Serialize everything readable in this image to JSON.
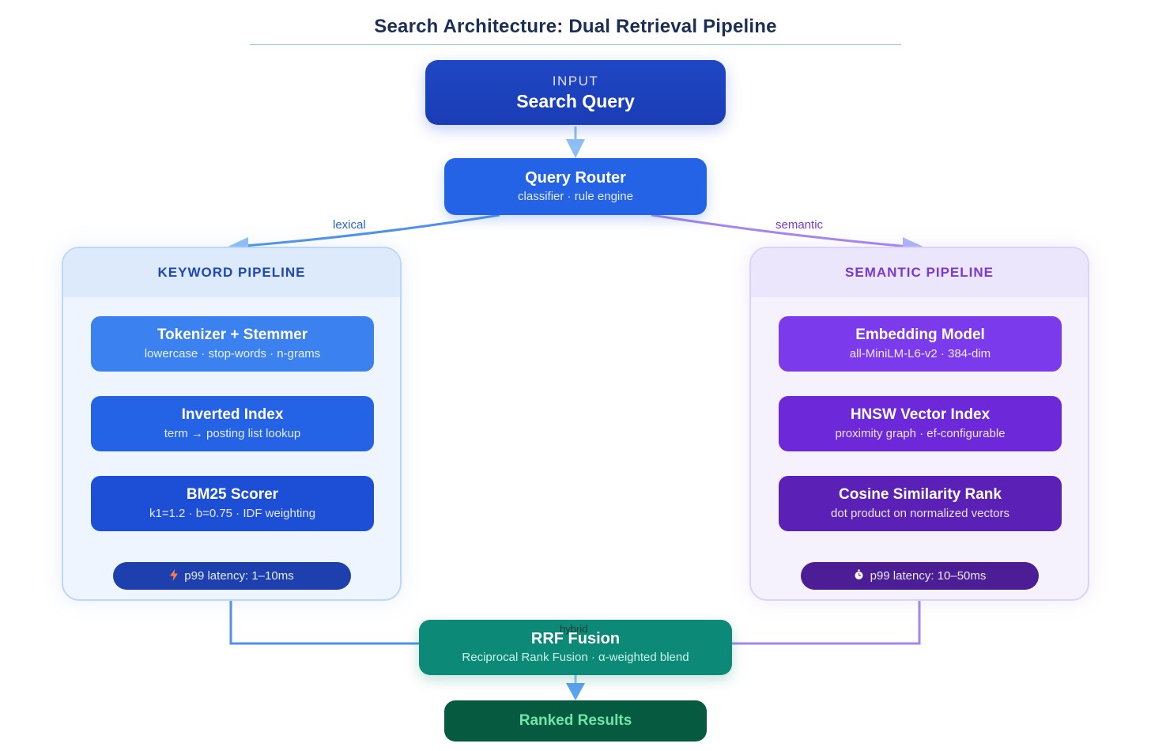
{
  "title": "Search Architecture: Dual Retrieval Pipeline",
  "input": {
    "eyebrow": "INPUT",
    "label": "Search Query"
  },
  "router": {
    "label": "Query Router",
    "sub": "classifier · rule engine"
  },
  "edges": {
    "lexical": "lexical",
    "semantic": "semantic",
    "hybrid": "hybrid"
  },
  "keyword_pipeline": {
    "title": "KEYWORD PIPELINE",
    "steps": [
      {
        "label": "Tokenizer + Stemmer",
        "sub": "lowercase · stop-words · n-grams"
      },
      {
        "label": "Inverted Index",
        "sub": "term → posting list lookup"
      },
      {
        "label": "BM25 Scorer",
        "sub": "k1=1.2 · b=0.75 · IDF weighting"
      }
    ],
    "latency": "p99 latency: 1–10ms",
    "latency_icon": "lightning-icon"
  },
  "semantic_pipeline": {
    "title": "SEMANTIC PIPELINE",
    "steps": [
      {
        "label": "Embedding Model",
        "sub": "all-MiniLM-L6-v2 · 384-dim"
      },
      {
        "label": "HNSW Vector Index",
        "sub": "proximity graph · ef-configurable"
      },
      {
        "label": "Cosine Similarity Rank",
        "sub": "dot product on normalized vectors"
      }
    ],
    "latency": "p99 latency: 10–50ms",
    "latency_icon": "stopwatch-icon"
  },
  "fusion": {
    "label": "RRF Fusion",
    "sub": "Reciprocal Rank Fusion · α-weighted blend"
  },
  "results": {
    "label": "Ranked Results"
  },
  "colors": {
    "keyword_accent": "#2563e6",
    "semantic_accent": "#7c3aed",
    "fusion": "#0d8a77",
    "results": "#055a3f"
  }
}
